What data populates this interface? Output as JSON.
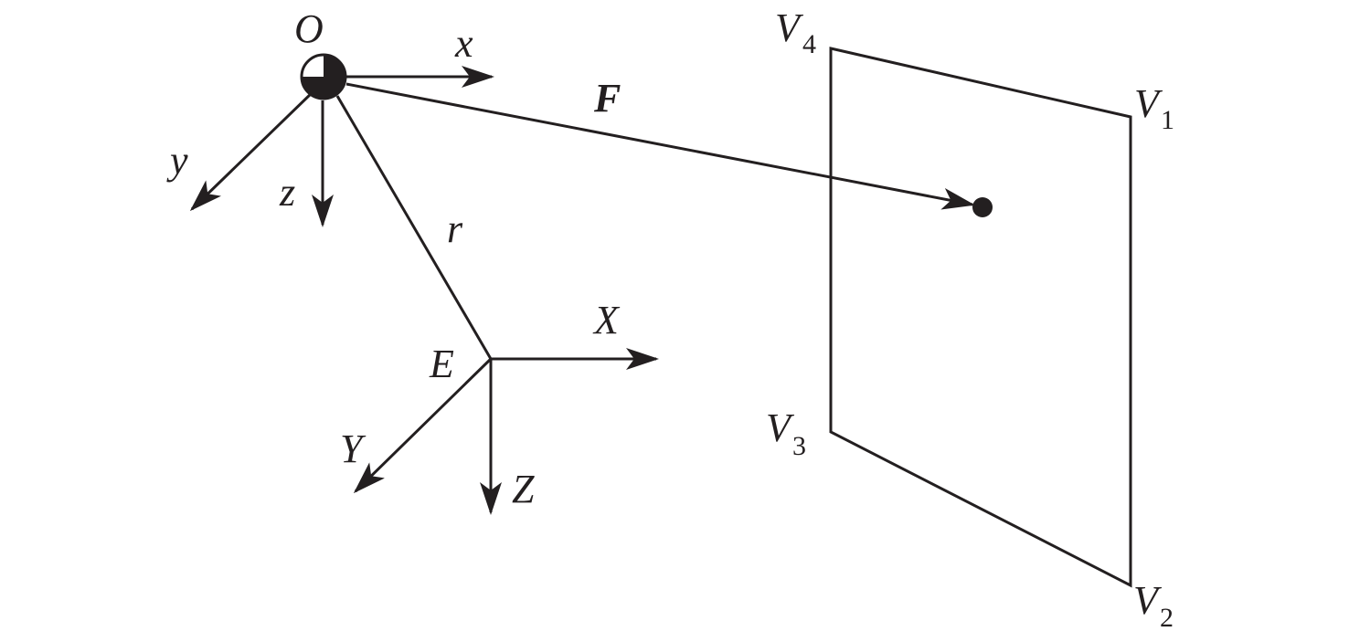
{
  "origin_frame": {
    "origin_label": "O",
    "x_label": "x",
    "y_label": "y",
    "z_label": "z"
  },
  "earth_frame": {
    "origin_label": "E",
    "x_label": "X",
    "y_label": "Y",
    "z_label": "Z"
  },
  "position_vector_label": "r",
  "force_label": "F",
  "vertices": {
    "v1": {
      "letter": "V",
      "index": "1"
    },
    "v2": {
      "letter": "V",
      "index": "2"
    },
    "v3": {
      "letter": "V",
      "index": "3"
    },
    "v4": {
      "letter": "V",
      "index": "4"
    }
  },
  "colors": {
    "ink": "#231f20",
    "background": "#ffffff"
  }
}
